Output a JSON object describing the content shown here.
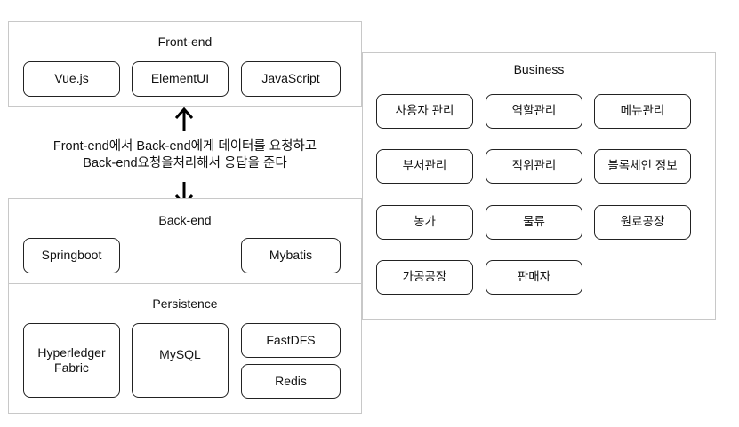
{
  "frontend": {
    "title": "Front-end",
    "items": [
      "Vue.js",
      "ElementUI",
      "JavaScript"
    ]
  },
  "middle": {
    "line1": "Front-end에서 Back-end에게 데이터를 요청하고",
    "line2": "Back-end요청을처리해서 응답을 준다"
  },
  "backend": {
    "title": "Back-end",
    "items": [
      "Springboot",
      "Mybatis"
    ]
  },
  "persistence": {
    "title": "Persistence",
    "items": [
      "Hyperledger\nFabric",
      "MySQL",
      "FastDFS",
      "Redis"
    ]
  },
  "business": {
    "title": "Business",
    "items": [
      "사용자 관리",
      "역할관리",
      "메뉴관리",
      "부서관리",
      "직위관리",
      "블록체인 정보",
      "농가",
      "물류",
      "원료공장",
      "가공공장",
      "판매자"
    ]
  },
  "colors": {
    "border": "#222222",
    "panel_border": "#c8c8c8"
  },
  "icons": [
    "arrow-up-icon",
    "arrow-down-icon"
  ]
}
